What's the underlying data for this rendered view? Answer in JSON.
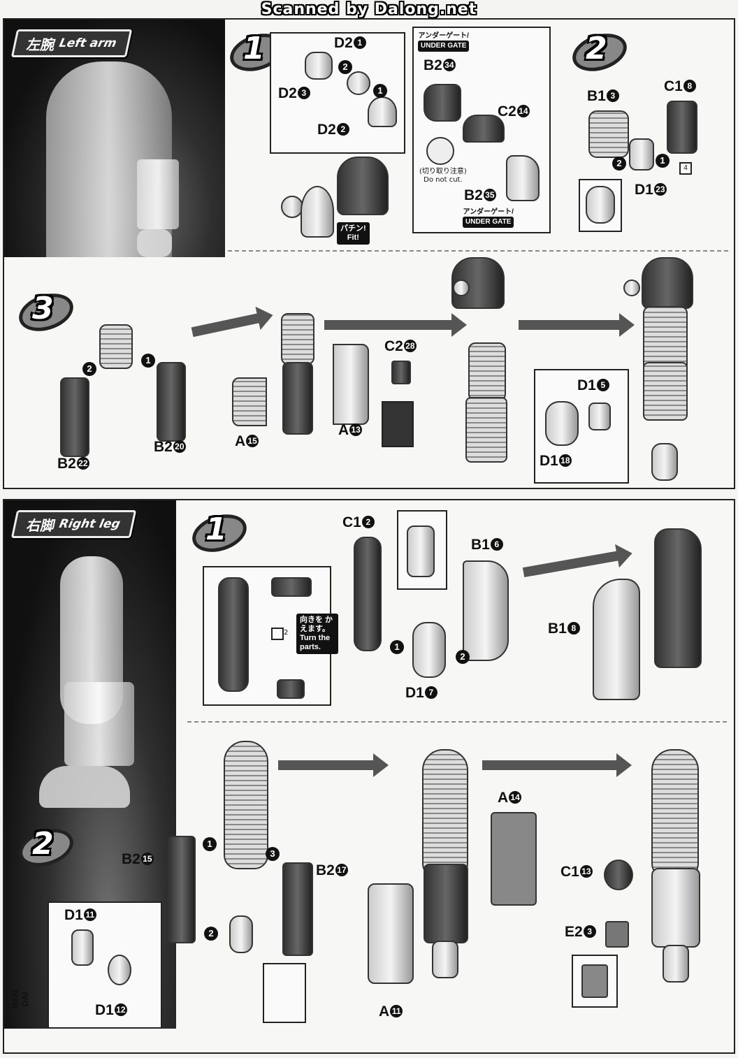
{
  "header": {
    "scan_credit": "Scanned by Dalong.net"
  },
  "arm": {
    "title_jp": "左腕",
    "title_en": "Left arm",
    "step1": {
      "num": "1",
      "labels": {
        "d21": "D2",
        "d21n": "1",
        "d23": "D2",
        "d23n": "3",
        "d22": "D2",
        "d22n": "2",
        "b234": "B2",
        "b234n": "34",
        "c214": "C2",
        "c214n": "14",
        "b235": "B2",
        "b235n": "35"
      },
      "under_gate_jp": "アンダーゲート/",
      "under_gate_en": "UNDER GATE",
      "do_not_cut_jp": "(切り取り注意)",
      "do_not_cut_en": "Do not cut.",
      "fit_jp": "パチン!",
      "fit_en": "Fit!",
      "badges": [
        "1",
        "2"
      ]
    },
    "step2": {
      "num": "2",
      "labels": {
        "b13": "B1",
        "b13n": "3",
        "c18": "C1",
        "c18n": "8",
        "d123": "D1",
        "d123n": "23"
      },
      "badges": [
        "1",
        "2"
      ],
      "ref": "4"
    },
    "step3": {
      "num": "3",
      "labels": {
        "c228": "C2",
        "c228n": "28",
        "b222": "B2",
        "b222n": "22",
        "b220": "B2",
        "b220n": "20",
        "a15": "A",
        "a15n": "15",
        "a13": "A",
        "a13n": "13",
        "d15": "D1",
        "d15n": "5",
        "d118": "D1",
        "d118n": "18"
      },
      "badges": [
        "1",
        "2"
      ]
    }
  },
  "leg": {
    "title_jp": "右脚",
    "title_en": "Right leg",
    "step1": {
      "num": "1",
      "labels": {
        "c12": "C1",
        "c12n": "2",
        "b16": "B1",
        "b16n": "6",
        "b18": "B1",
        "b18n": "8",
        "d17": "D1",
        "d17n": "7"
      },
      "turn_jp": "向きを かえます。",
      "turn_en": "Turn the parts.",
      "ref": "2",
      "badges": [
        "1",
        "2"
      ]
    },
    "step2": {
      "num": "2",
      "labels": {
        "b215": "B2",
        "b215n": "15",
        "b217": "B2",
        "b217n": "17",
        "a14": "A",
        "a14n": "14",
        "a11": "A",
        "a11n": "11",
        "c113": "C1",
        "c113n": "13",
        "e23": "E2",
        "e23n": "3",
        "d111": "D1",
        "d111n": "11",
        "d112": "D1",
        "d112n": "12"
      },
      "badges": [
        "1",
        "2",
        "3"
      ]
    },
    "side_text": "BAN DAI"
  }
}
